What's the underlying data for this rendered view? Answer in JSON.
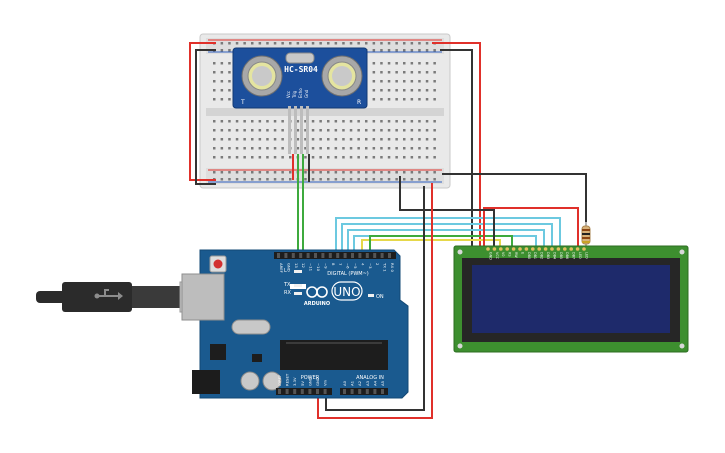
{
  "sensor": {
    "model": "HC-SR04",
    "pins": [
      "Vcc",
      "Trig",
      "Echo",
      "Gnd"
    ],
    "left_mark": "T",
    "right_mark": "R"
  },
  "arduino": {
    "brand": "ARDUINO",
    "model": "UNO",
    "digital_header": "DIGITAL (PWM~)",
    "power_header": "POWER",
    "analog_header": "ANALOG IN",
    "on_label": "ON",
    "led_l": "L",
    "led_tx": "TX",
    "led_rx": "RX",
    "digital_pins": [
      "AREF",
      "GND",
      "13",
      "12",
      "~11",
      "~10",
      "~9",
      "8",
      "7",
      "~6",
      "~5",
      "4",
      "~3",
      "2",
      "TX 1",
      "RX 0"
    ],
    "power_pins": [
      "IOREF",
      "RESET",
      "3.3V",
      "5V",
      "GND",
      "GND",
      "Vin"
    ],
    "analog_pins": [
      "A0",
      "A1",
      "A2",
      "A3",
      "A4",
      "A5"
    ]
  },
  "lcd": {
    "pins": [
      "GND",
      "VCC",
      "V0",
      "RS",
      "RW",
      "E",
      "DB0",
      "DB1",
      "DB2",
      "DB3",
      "DB4",
      "DB5",
      "DB6",
      "DB7",
      "LED",
      "LED"
    ],
    "screen_color": "#1e2a6b"
  },
  "colors": {
    "wire_red": "#e0302a",
    "wire_black": "#333333",
    "wire_green": "#3daa3d",
    "wire_blue": "#6cc9e0",
    "wire_yellow": "#e6d84a",
    "board_blue": "#1a5a8f",
    "pcb_green": "#3d8f2f"
  }
}
